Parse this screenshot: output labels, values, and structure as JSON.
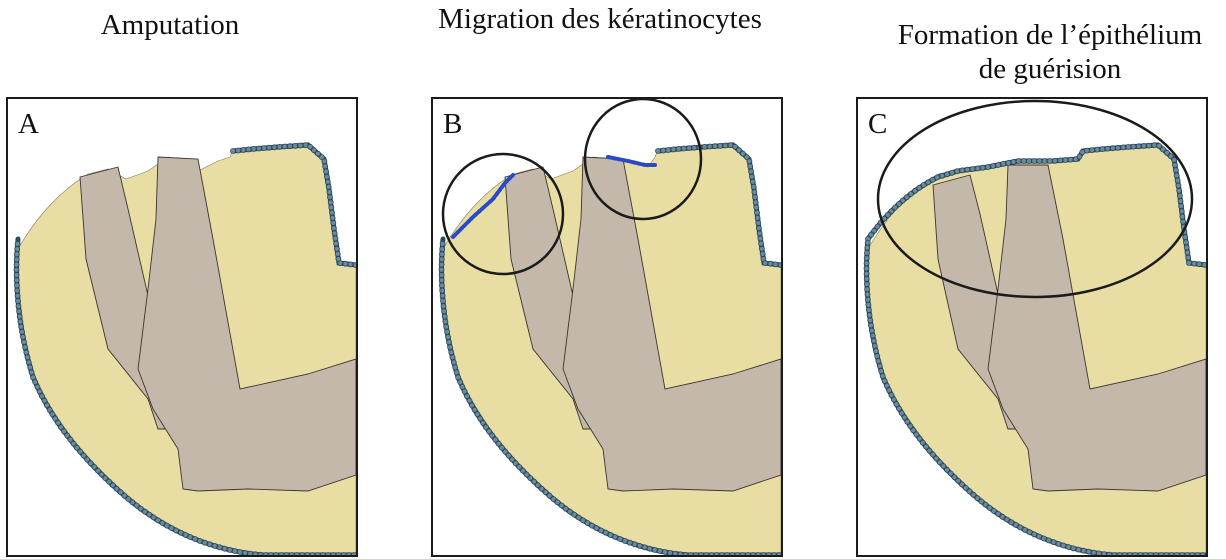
{
  "titles": {
    "a": "Amputation",
    "b": "Migration des kératinocytes",
    "c_line1": "Formation de l’épithélium",
    "c_line2": "de guérision"
  },
  "panels": {
    "a": "A",
    "b": "B",
    "c": "C"
  },
  "colors": {
    "tissue": "#e8dda2",
    "bone": "#c3b8aa",
    "epidermis_cell": "#6b8a9c",
    "epidermis_outline": "#2b4a5c",
    "migrating_cell": "#2a49c9",
    "frame": "#1b1b1b"
  }
}
